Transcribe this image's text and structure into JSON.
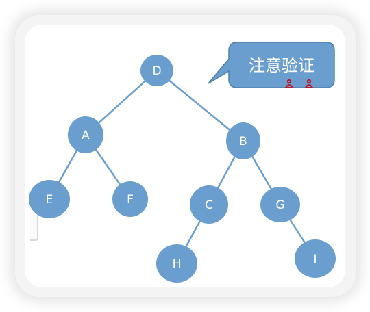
{
  "diagram": {
    "callout": {
      "text": "注意验证",
      "fill": "#6a9ece",
      "mark_color": "#c0182c"
    },
    "node_fill": "#6a9ece",
    "edge_color": "#6a9ece",
    "nodes": [
      {
        "id": "D",
        "label": "D"
      },
      {
        "id": "A",
        "label": "A"
      },
      {
        "id": "B",
        "label": "B"
      },
      {
        "id": "E",
        "label": "E"
      },
      {
        "id": "F",
        "label": "F"
      },
      {
        "id": "C",
        "label": "C"
      },
      {
        "id": "G",
        "label": "G"
      },
      {
        "id": "H",
        "label": "H"
      },
      {
        "id": "I",
        "label": "I"
      }
    ],
    "edges": [
      {
        "from": "D",
        "to": "A"
      },
      {
        "from": "D",
        "to": "B"
      },
      {
        "from": "A",
        "to": "E"
      },
      {
        "from": "A",
        "to": "F"
      },
      {
        "from": "B",
        "to": "C"
      },
      {
        "from": "B",
        "to": "G"
      },
      {
        "from": "C",
        "to": "H"
      },
      {
        "from": "G",
        "to": "I"
      }
    ]
  }
}
